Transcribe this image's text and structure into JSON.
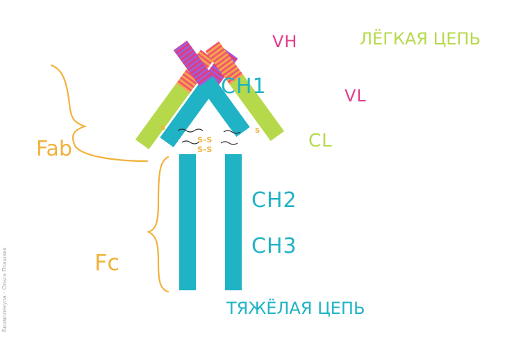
{
  "labels": {
    "vh": "VH",
    "light_chain": "ЛЁГКАЯ ЦЕПЬ",
    "ch1": "CH1",
    "vl": "VL",
    "cl": "CL",
    "fab": "Fab",
    "ch2": "CH2",
    "ch3": "CH3",
    "fc": "Fc",
    "heavy_chain": "ТЯЖЁЛАЯ ЦЕПЬ",
    "ss_bond_top": "S–S",
    "ss_bond_bottom": "S–S",
    "s_left": "S",
    "s_right": "S"
  },
  "credit": "Биомолекула · Ольга Пташник",
  "colors": {
    "heavy_chain": "#1fb3c5",
    "light_chain": "#b6d94c",
    "variable_heavy": "#e5397f",
    "variable_light": "#f0586d",
    "stripe": "#9b5fd6",
    "bracket": "#f2b13a",
    "label_pink": "#e23c8a",
    "label_grey": "#8a8a8a",
    "label_teal": "#1fb3c5",
    "label_orange": "#f2b13a",
    "label_green": "#b6d94c",
    "hinge": "#2a2a2a"
  }
}
